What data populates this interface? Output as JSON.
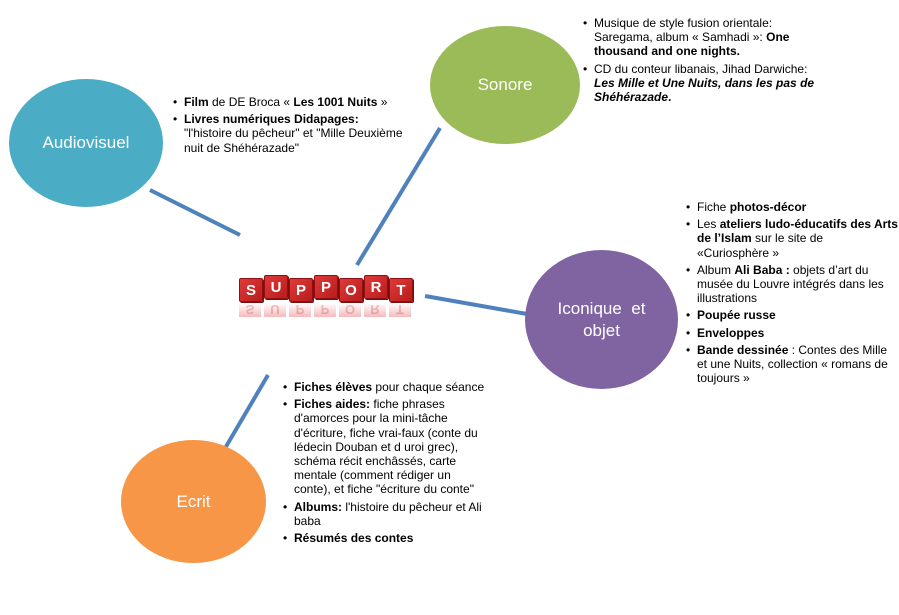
{
  "nodes": {
    "audio": "Audiovisuel",
    "sonore": "Sonore",
    "iconique_line1": "Iconique  et",
    "iconique_line2": "objet",
    "ecrit": "Ecrit"
  },
  "center_logo": {
    "letters": [
      "S",
      "U",
      "P",
      "P",
      "O",
      "R",
      "T"
    ],
    "color": "#c62828"
  },
  "colors": {
    "audio": "#4bacc6",
    "sonore": "#9bbb59",
    "iconique": "#8064a2",
    "ecrit": "#f79646",
    "connector": "#4f81bd"
  },
  "audio_list": [
    {
      "parts": [
        {
          "t": "Film",
          "b": true
        },
        {
          "t": " de DE Broca « ",
          "b": false
        },
        {
          "t": "Les 1001 Nuits",
          "b": true
        },
        {
          "t": " »",
          "b": false
        }
      ]
    },
    {
      "parts": [
        {
          "t": "Livres numériques Didapages:",
          "b": true
        },
        {
          "t": " \"l'histoire du pêcheur\" et \"Mille Deuxième nuit de Shéhérazade\"",
          "b": false
        }
      ]
    }
  ],
  "sonore_list": [
    {
      "parts": [
        {
          "t": "Musique de style fusion orientale: Saregama, album « Samhadi »: ",
          "b": false
        },
        {
          "t": "One thousand and one nights.",
          "b": true
        }
      ]
    },
    {
      "parts": [
        {
          "t": "CD du conteur libanais, Jihad Darwiche: ",
          "b": false
        },
        {
          "t": "Les Mille et Une Nuits, dans les pas de Shéhérazade",
          "b": true,
          "i": true
        },
        {
          "t": ".",
          "b": true
        }
      ]
    }
  ],
  "iconique_list": [
    {
      "parts": [
        {
          "t": "Fiche ",
          "b": false
        },
        {
          "t": "photos-décor",
          "b": true
        }
      ]
    },
    {
      "parts": [
        {
          "t": "Les ",
          "b": false
        },
        {
          "t": "ateliers ludo-éducatifs des Arts de l’Islam",
          "b": true
        },
        {
          "t": " sur le site de «Curiosphère »",
          "b": false
        }
      ]
    },
    {
      "parts": [
        {
          "t": "Album ",
          "b": false
        },
        {
          "t": "Ali Baba :",
          "b": true
        },
        {
          "t": "  objets d’art du musée du Louvre intégrés dans les illustrations",
          "b": false
        }
      ]
    },
    {
      "parts": [
        {
          "t": " Poupée russe",
          "b": true
        }
      ]
    },
    {
      "parts": [
        {
          "t": "Enveloppes",
          "b": true
        }
      ]
    },
    {
      "parts": [
        {
          "t": "Bande dessinée",
          "b": true
        },
        {
          "t": " : Contes des Mille et une Nuits, collection « romans de toujours »",
          "b": false
        }
      ]
    }
  ],
  "ecrit_list": [
    {
      "parts": [
        {
          "t": "Fiches élèves",
          "b": true
        },
        {
          "t": " pour chaque séance",
          "b": false
        }
      ]
    },
    {
      "parts": [
        {
          "t": "Fiches aides:",
          "b": true
        },
        {
          "t": " fiche phrases d'amorces pour la mini-tâche d'écriture, fiche vrai-faux (conte du lédecin Douban et d uroi grec), schéma récit enchâssés, carte mentale (comment rédiger un conte), et fiche   \"écriture du conte\"",
          "b": false
        }
      ]
    },
    {
      "parts": [
        {
          "t": "Albums:",
          "b": true
        },
        {
          "t": " l'histoire du pêcheur et Ali baba",
          "b": false
        }
      ]
    },
    {
      "parts": [
        {
          "t": "Résumés des contes",
          "b": true
        }
      ]
    }
  ]
}
